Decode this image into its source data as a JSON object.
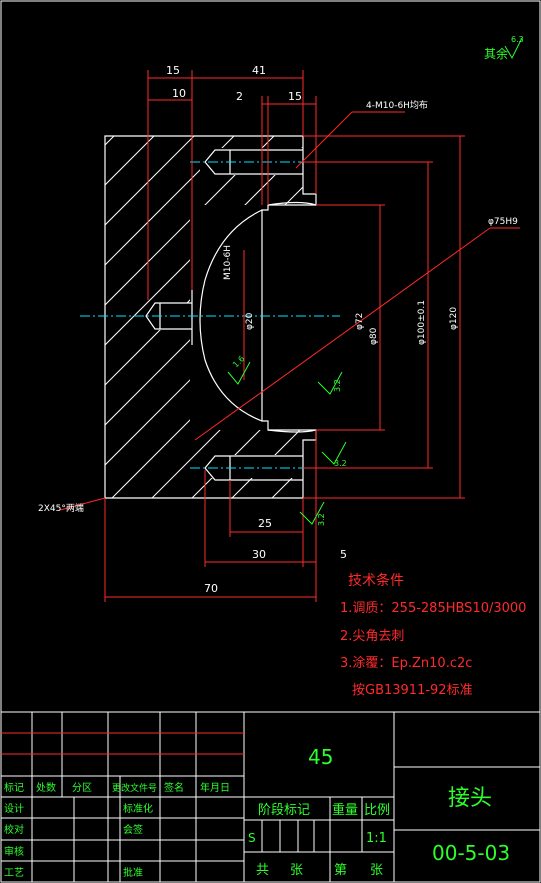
{
  "drawing": {
    "surface_note": "其余",
    "surface_value": "6.3",
    "dims": {
      "d15_top": "15",
      "d41": "41",
      "d10": "10",
      "d2": "2",
      "d15_inner": "15",
      "d25": "25",
      "d30": "30",
      "d5": "5",
      "d70": "70"
    },
    "callouts": {
      "thread_holes": "4-M10-6H均布",
      "bore_fit": "φ75H9",
      "m10": "M10-6H",
      "phi20": "φ20",
      "phi72": "φ72",
      "phi80": "φ80",
      "phi100": "φ100±0.1",
      "phi120": "φ120",
      "chamfer": "2X45°两端",
      "rough_16": "1.6",
      "rough_32a": "3.2",
      "rough_32b": "3.2",
      "rough_32c": "3.2"
    },
    "tech_title": "技术条件",
    "tech_items": [
      "1.调质：255-285HBS10/3000",
      "2.尖角去刺",
      "3.涂覆：Ep.Zn10.c2c",
      "按GB13911-92标准"
    ]
  },
  "title_block": {
    "material": "45",
    "part_name": "接头",
    "part_no": "00-5-03",
    "stage_label": "阶段标记",
    "weight_label": "重量",
    "scale_label": "比例",
    "stage_value": "S",
    "scale_value": "1:1",
    "total_label": "共",
    "sheet_label": "张",
    "no_label": "第",
    "sheet2_label": "张",
    "rev_headers": [
      "标记",
      "处数",
      "分区",
      "更改文件号",
      "签名",
      "年月日"
    ],
    "roles_left": [
      "设计",
      "校对",
      "审核",
      "工艺"
    ],
    "roles_mid": [
      "标准化",
      "会签",
      "批准"
    ]
  },
  "colors": {
    "background": "#000000",
    "outline": "#ffffff",
    "dimension": "#ff2a2a",
    "centerline": "#00e5ff",
    "annotation": "#2cff2c"
  }
}
